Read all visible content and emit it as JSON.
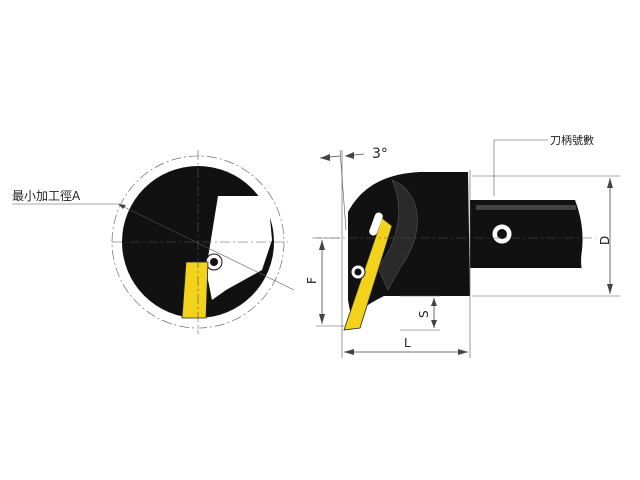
{
  "labels": {
    "min_bore": "最小加工徑A",
    "shank_number": "刀柄號數",
    "angle": "3°",
    "dim_D": "D",
    "dim_F": "F",
    "dim_S": "S",
    "dim_L": "L"
  },
  "colors": {
    "body": "#111111",
    "insert": "#f2d21b",
    "line": "#444444"
  }
}
